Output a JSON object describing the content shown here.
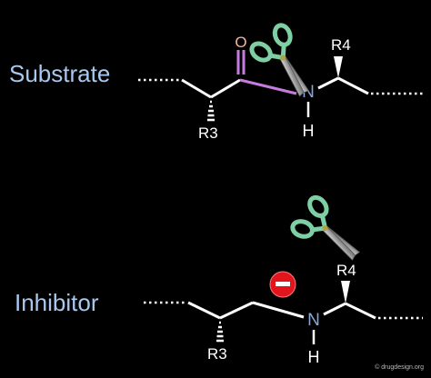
{
  "substrate": {
    "label": "Substrate",
    "carbonyl_o": "O",
    "amide_n": "N",
    "amide_h": "H",
    "r_left": "R3",
    "r_right": "R4"
  },
  "inhibitor": {
    "label": "Inhibitor",
    "amine_n": "N",
    "amine_h": "H",
    "r_left": "R3",
    "r_right": "R4"
  },
  "watermark": "© drugdesign.org",
  "colors": {
    "label_blue": "#a9c8ef",
    "nitrogen": "#8aa6d8",
    "carbonyl": "#c77be0",
    "oxygen_faded": "#f2b6a2",
    "scissor_handle": "#7fcfa5",
    "scissor_blade": "#9a9a9a",
    "inhibit_badge": "#e2141c"
  },
  "icons": [
    "scissors-icon",
    "inhibition-badge-icon"
  ]
}
